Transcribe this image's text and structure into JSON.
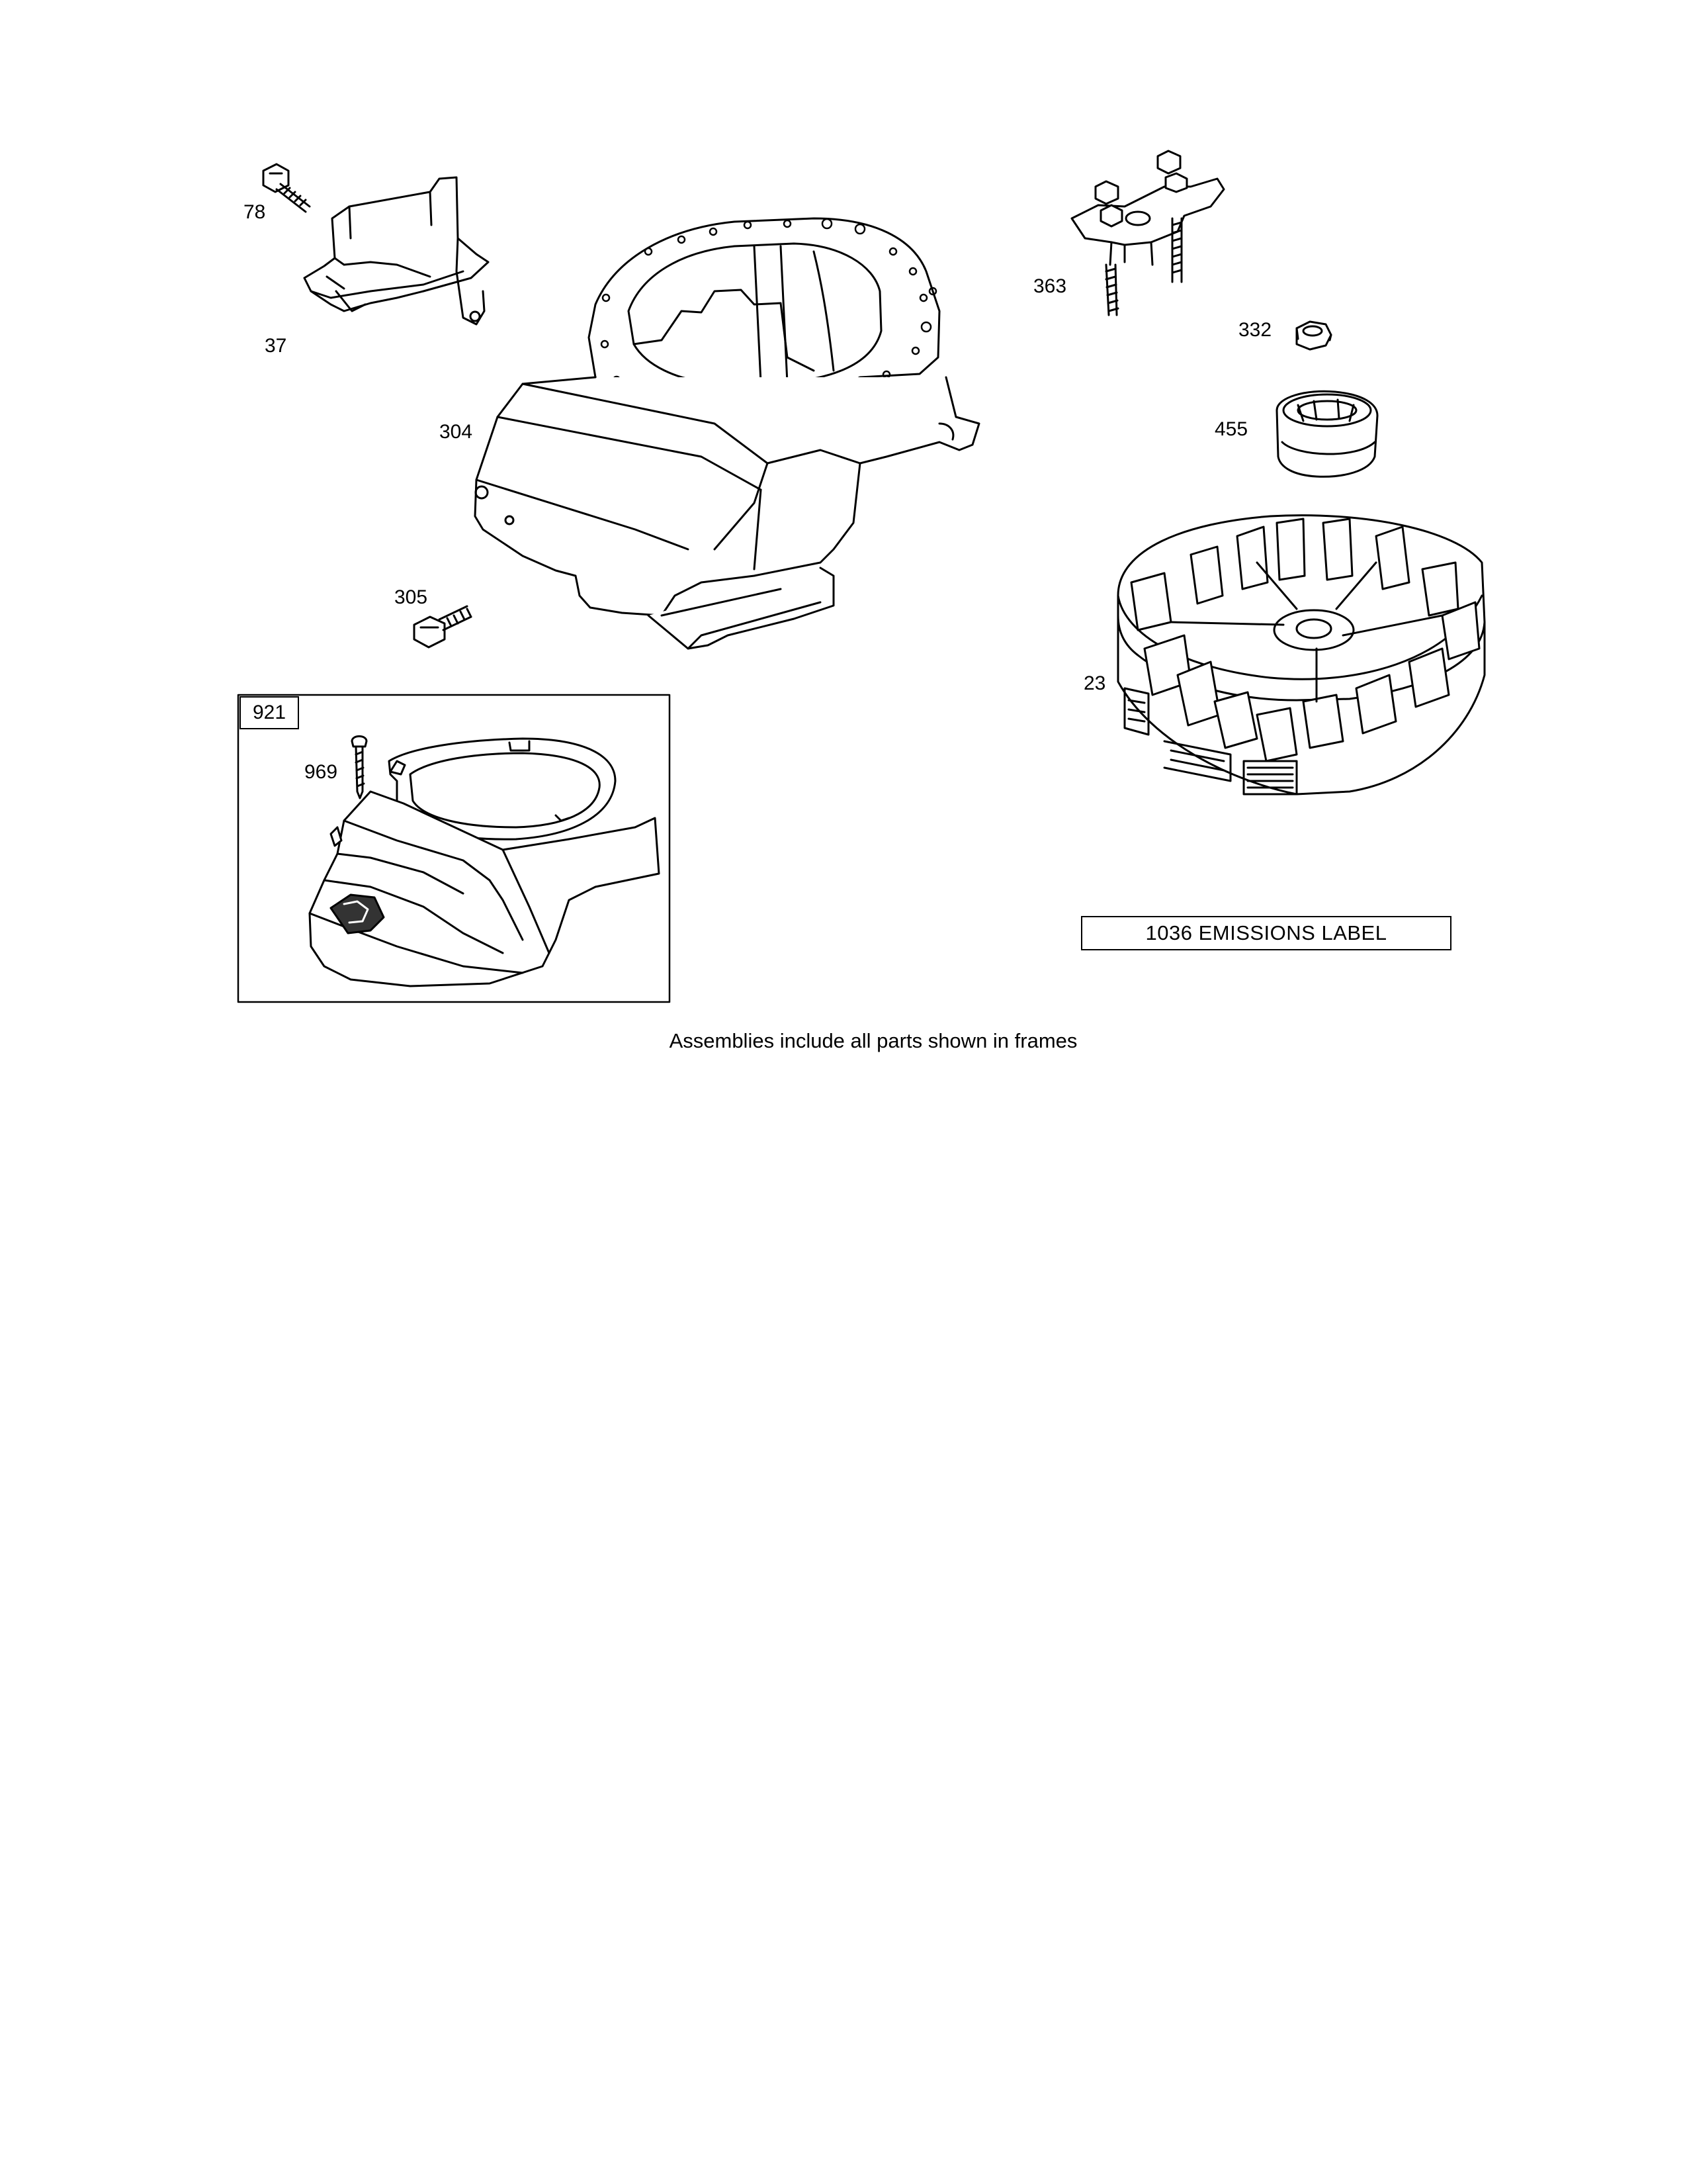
{
  "parts": {
    "p78": "78",
    "p37": "37",
    "p304": "304",
    "p305": "305",
    "p363": "363",
    "p332": "332",
    "p455": "455",
    "p23": "23",
    "p969": "969"
  },
  "frame": {
    "assembly_number": "921"
  },
  "emissions_label": "1036  EMISSIONS LABEL",
  "caption": "Assemblies include all parts shown in frames"
}
